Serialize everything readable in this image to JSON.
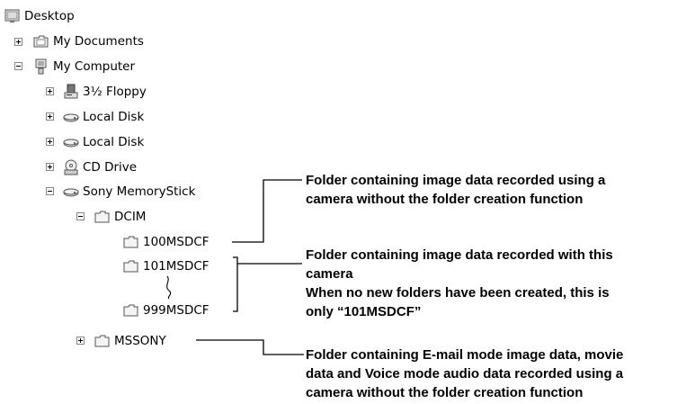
{
  "tree": {
    "desktop": "Desktop",
    "my_documents": "My Documents",
    "my_computer": "My Computer",
    "floppy": "3½ Floppy",
    "local_disk_1": "Local Disk",
    "local_disk_2": "Local Disk",
    "cd_drive": "CD Drive",
    "memory_stick": "Sony MemoryStick",
    "dcim": "DCIM",
    "folder_100": "100MSDCF",
    "folder_101": "101MSDCF",
    "folder_999": "999MSDCF",
    "mssony": "MSSONY"
  },
  "annotations": {
    "note_100_line1": "Folder containing image data recorded using a",
    "note_100_line2": "camera without the folder creation function",
    "note_101_line1": "Folder containing image data recorded with this",
    "note_101_line2": "camera",
    "note_101_line3": "When no new folders have been created, this is",
    "note_101_line4": "only “101MSDCF”",
    "note_mssony_line1": "Folder containing E-mail mode image data, movie",
    "note_mssony_line2": "data and Voice mode audio data recorded using a",
    "note_mssony_line3": "camera without the folder creation function"
  }
}
